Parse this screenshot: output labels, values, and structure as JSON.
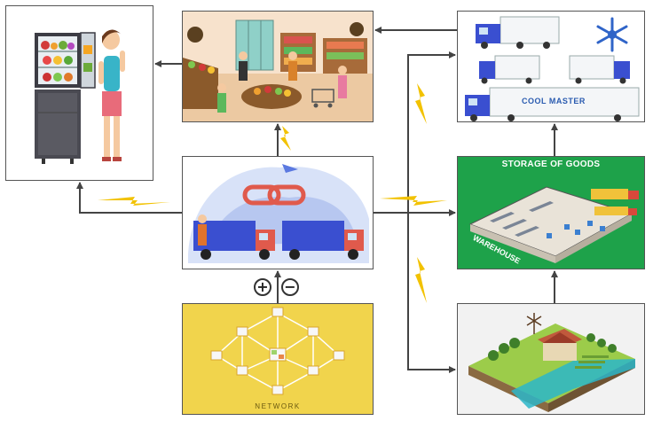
{
  "panels": {
    "storage": {
      "title": "STORAGE OF GOODS",
      "overlay": "WAREHOUSE"
    },
    "trucks": {
      "brand": "COOL MASTER"
    },
    "network": {
      "label": "NETWORK"
    }
  },
  "signs": {
    "plus": "+",
    "minus": "−"
  },
  "colors": {
    "arrow": "#444444",
    "lightning": "#f2c200",
    "warehouse_bg": "#1ea24a",
    "network_bg": "#f1d44c",
    "truck_blue": "#3a4fd0",
    "snowflake": "#2f64c8"
  },
  "icons": [
    "refrigerator-icon",
    "shopper-icon",
    "grocery-store-icon",
    "refrigerated-truck-icon",
    "snowflake-icon",
    "chain-link-icon",
    "delivery-truck-icon",
    "warehouse-icon",
    "farm-icon",
    "network-node-icon",
    "lightning-icon"
  ]
}
